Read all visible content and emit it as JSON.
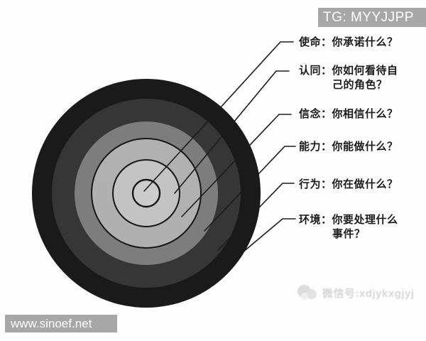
{
  "watermarks": {
    "telegram_badge": "TG: MYYJJPP",
    "site_badge": "www.sinoef.net",
    "wechat_id": "微信号:xdjykxgjyj",
    "badge_bg": "#a7a7a7",
    "wechat_color": "#d6d6d6"
  },
  "diagram": {
    "type": "concentric-logical-levels",
    "outline_color": "#1c1c1c",
    "leader_color": "#1c1c1c",
    "rings": [
      {
        "level": "environment",
        "term": "环境",
        "color": "#1f1f1f"
      },
      {
        "level": "behavior",
        "term": "行为",
        "color": "#414141"
      },
      {
        "level": "capability",
        "term": "能力",
        "color": "#969696"
      },
      {
        "level": "belief",
        "term": "信念",
        "color": "#d3d3d3"
      },
      {
        "level": "identity",
        "term": "认同",
        "color": "#eaeaea"
      },
      {
        "level": "mission",
        "term": "使命",
        "color": "#f5f5f5"
      }
    ],
    "labels": [
      {
        "level": "mission",
        "lines": [
          "使命：你承诺什么？",
          ""
        ]
      },
      {
        "level": "identity",
        "lines": [
          "认同：你如何看待自",
          "己的角色？"
        ]
      },
      {
        "level": "belief",
        "lines": [
          "信念：你相信什么？",
          ""
        ]
      },
      {
        "level": "capability",
        "lines": [
          "能力：你能做什么？",
          ""
        ]
      },
      {
        "level": "behavior",
        "lines": [
          "行为：你在做什么？",
          ""
        ]
      },
      {
        "level": "environment",
        "lines": [
          "环境：你要处理什么",
          "事件？"
        ]
      }
    ]
  }
}
